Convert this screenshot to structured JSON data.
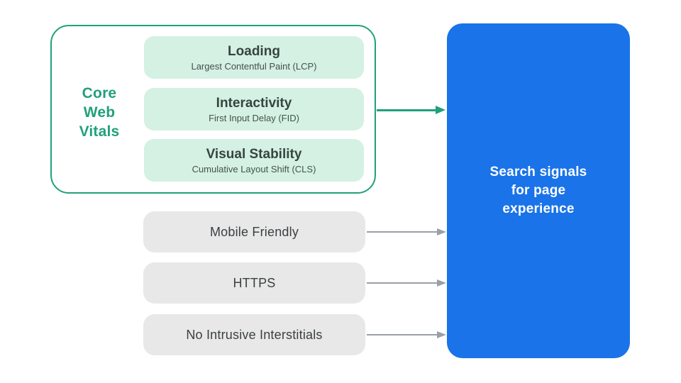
{
  "colors": {
    "green": "#20A17B",
    "mint": "#D4F1E3",
    "blue": "#1A73E8",
    "gray-fill": "#E8E8E8",
    "gray-arrow": "#9AA0A6",
    "gray-text": "#3C4043",
    "dark-text": "#37453E",
    "subtle-text": "#44524B"
  },
  "cwv": {
    "label": "Core\nWeb\nVitals",
    "items": [
      {
        "title": "Loading",
        "subtitle": "Largest Contentful Paint (LCP)"
      },
      {
        "title": "Interactivity",
        "subtitle": "First Input Delay (FID)"
      },
      {
        "title": "Visual Stability",
        "subtitle": "Cumulative Layout Shift (CLS)"
      }
    ]
  },
  "other_signals": [
    {
      "label": "Mobile Friendly"
    },
    {
      "label": "HTTPS"
    },
    {
      "label": "No Intrusive Interstitials"
    }
  ],
  "result": {
    "label": "Search signals\nfor page\nexperience"
  }
}
